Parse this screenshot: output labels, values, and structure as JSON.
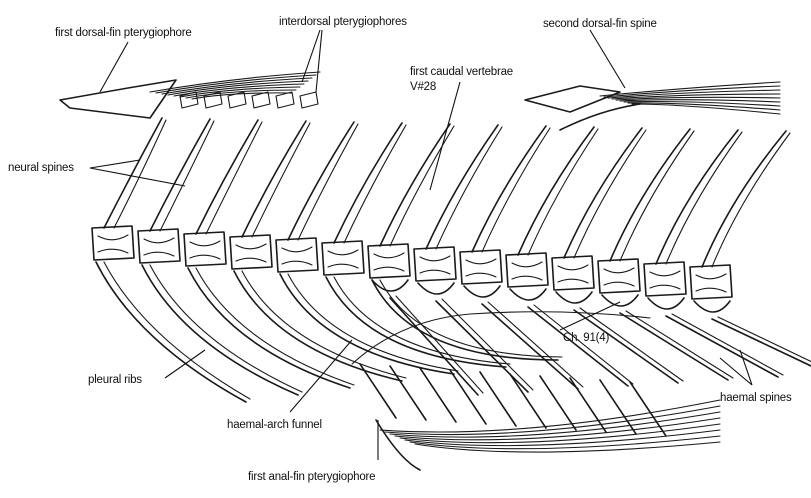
{
  "labels": {
    "first_dorsal_fin_pterygiophore": "first dorsal-fin pterygiophore",
    "interdorsal_pterygiophores": "interdorsal pterygiophores",
    "second_dorsal_fin_spine": "second dorsal-fin spine",
    "first_caudal_vertebrae_line1": "first caudal vertebrae",
    "first_caudal_vertebrae_line2": "V#28",
    "neural_spines": "neural spines",
    "pleural_ribs": "pleural ribs",
    "ch_91": "Ch. 91(4)",
    "haemal_spines": "haemal spines",
    "haemal_arch_funnel": "haemal-arch funnel",
    "first_anal_fin_pterygiophore": "first anal-fin pterygiophore"
  },
  "colors": {
    "ink": "#1a1a1a",
    "paper": "#ffffff"
  }
}
